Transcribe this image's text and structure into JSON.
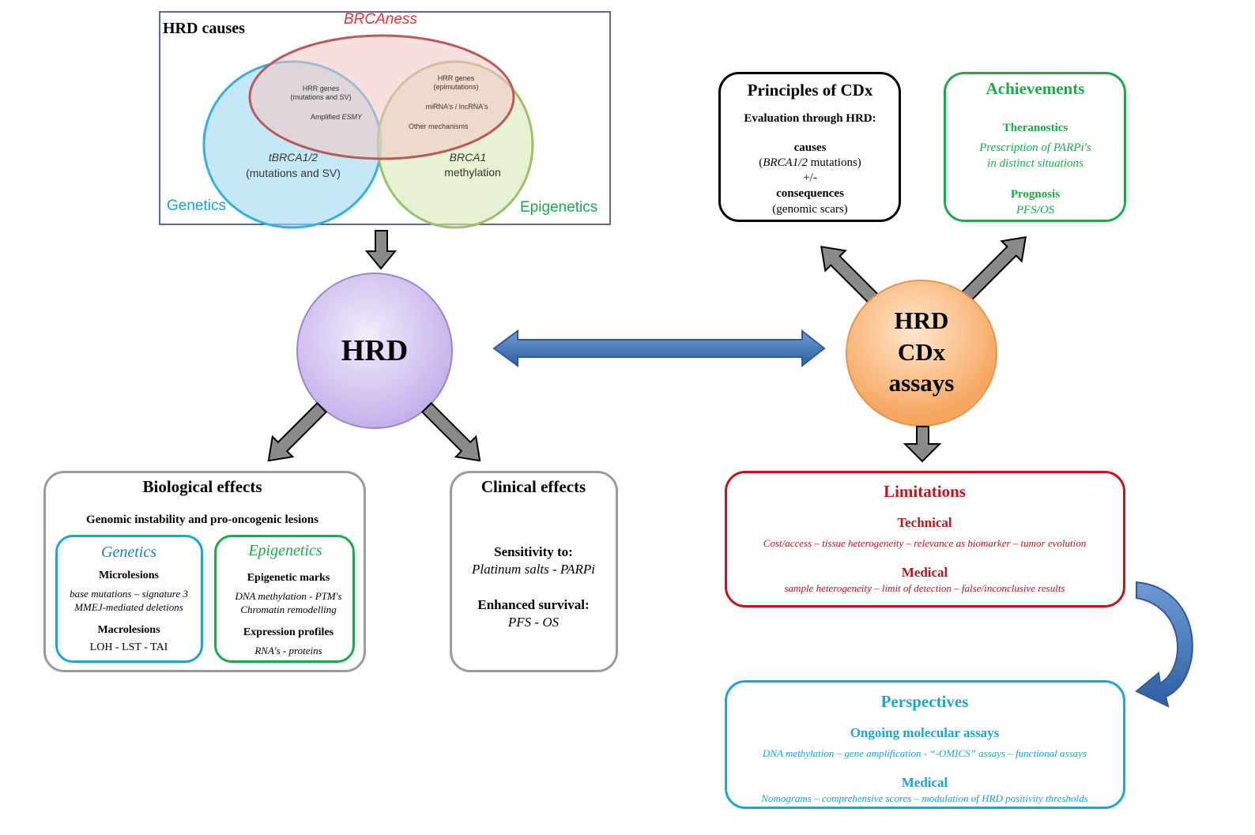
{
  "hrd_causes": {
    "title": "HRD causes",
    "brcaness": "BRCAness",
    "genetics": "Genetics",
    "epigenetics": "Epigenetics",
    "hrr_genes_mut_1": "HRR genes",
    "hrr_genes_mut_2": "(mutations and SV)",
    "amplified": "Amplified",
    "amplified_gene": "ESMY",
    "hrr_genes_epi_1": "HRR genes",
    "hrr_genes_epi_2": "(epimutations)",
    "mirna": "miRNA's / lncRNA's",
    "other": "Other mechanisms",
    "tbrca_1": "tBRCA1/2",
    "tbrca_2": "(mutations and SV)",
    "brca1_1": "BRCA1",
    "brca1_2": "methylation"
  },
  "hrd_node": {
    "label": "HRD"
  },
  "cdx_node": {
    "line1": "HRD",
    "line2": "CDx",
    "line3": "assays"
  },
  "biological": {
    "title": "Biological effects",
    "subtitle": "Genomic instability and pro-oncogenic lesions",
    "genetics": {
      "title": "Genetics",
      "micro": "Microlesions",
      "micro_1": "base mutations – signature 3",
      "micro_2": "MMEJ-mediated deletions",
      "macro": "Macrolesions",
      "macro_1": "LOH - LST - TAI"
    },
    "epigenetics": {
      "title": "Epigenetics",
      "marks": "Epigenetic marks",
      "marks_1": "DNA methylation - PTM's",
      "marks_2": "Chromatin remodelling",
      "expr": "Expression profiles",
      "expr_1": "RNA's - proteins"
    }
  },
  "clinical": {
    "title": "Clinical effects",
    "sens": "Sensitivity to:",
    "sens_1": "Platinum salts - PARPi",
    "surv": "Enhanced survival:",
    "surv_1": "PFS - OS"
  },
  "principles": {
    "title": "Principles of CDx",
    "eval": "Evaluation through HRD:",
    "causes": "causes",
    "causes_gene": "BRCA1/2",
    "causes_rest": " mutations)",
    "pm": "+/-",
    "consequences": "consequences",
    "scars": "(genomic scars)"
  },
  "achievements": {
    "title": "Achievements",
    "theranostics": "Theranostics",
    "ther_1": "Prescription of PARPi's",
    "ther_2": "in distinct situations",
    "prognosis": "Prognosis",
    "prog_1": "PFS/OS"
  },
  "limitations": {
    "title": "Limitations",
    "technical": "Technical",
    "tech_1": "Cost/access – tissue heterogeneity – relevance as biomarker – tumor evolution",
    "medical": "Medical",
    "med_1": "sample heterogeneity – limit of detection – false/inconclusive results"
  },
  "perspectives": {
    "title": "Perspectives",
    "ongoing": "Ongoing molecular assays",
    "ong_1": "DNA methylation – gene amplification - “-OMICS” assays – functional assays",
    "medical": "Medical",
    "med_1": "Nomograms – comprehensive scores – modulation of HRD positivity thresholds"
  },
  "colors": {
    "genetics_blue": "#1aa3dc",
    "epigenetics_green": "#1aaa4a",
    "brcaness_red": "#e0343a",
    "limitations_red": "#c0141c",
    "perspectives_blue": "#1aa3dc",
    "arrow_blue": "#3a6fb0"
  }
}
